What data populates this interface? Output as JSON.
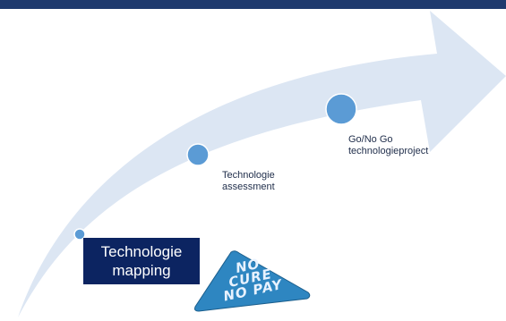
{
  "colors": {
    "top_bar": "#1f3a6e",
    "arrow_fill": "#dce6f3",
    "milestone_dot": "#5b9bd5",
    "mapping_box": "#0c2461",
    "badge_fill": "#2e86c1"
  },
  "milestones": [
    {
      "label": ""
    },
    {
      "label": "Technologie assessment",
      "lines": [
        "Technologie",
        "assessment"
      ]
    },
    {
      "label": "Go/No Go technologieproject",
      "lines": [
        "Go/No Go",
        "technologieproject"
      ]
    }
  ],
  "mapping_box": {
    "lines": [
      "Technologie",
      "mapping"
    ]
  },
  "badge": {
    "lines": [
      "NO",
      "CURE",
      "NO PAY"
    ]
  }
}
